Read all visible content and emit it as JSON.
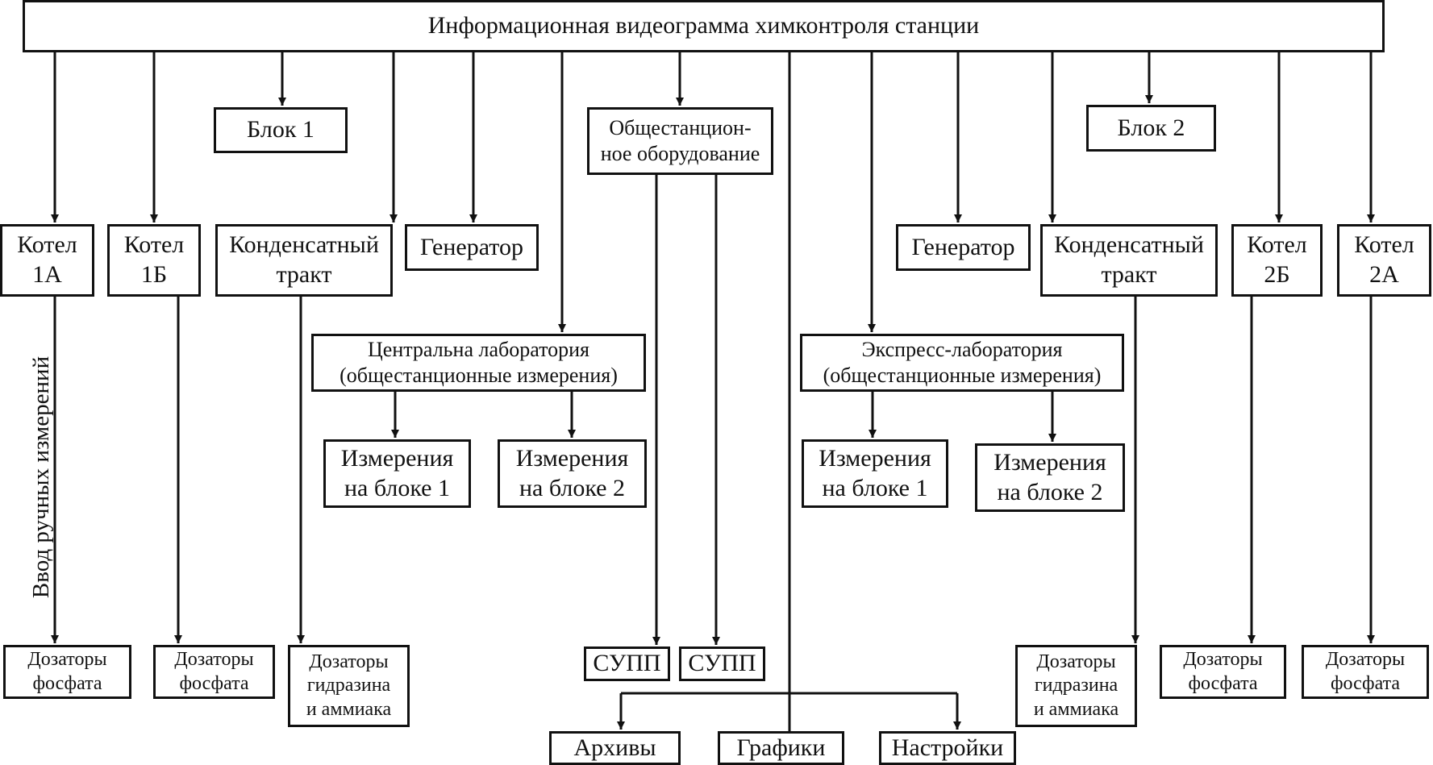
{
  "diagram": {
    "title": "Информационная видеограмма химконтроля станции",
    "block1": "Блок 1",
    "block2": "Блок 2",
    "common_equipment": [
      "Общестанцион-",
      "ное оборудование"
    ],
    "manual_input_label": "Ввод ручных измерений",
    "left": {
      "boiler_1a": [
        "Котел",
        "1А"
      ],
      "boiler_1b": [
        "Котел",
        "1Б"
      ],
      "condensate_tract": [
        "Конденсатный",
        "тракт"
      ],
      "generator": "Генератор",
      "central_lab": [
        "Центральна лаборатория",
        "(общестанционные измерения)"
      ],
      "meas_block1": [
        "Измерения",
        "на блоке 1"
      ],
      "meas_block2": [
        "Измерения",
        "на блоке 2"
      ],
      "phosphate_dosers_1a": [
        "Дозаторы",
        "фосфата"
      ],
      "phosphate_dosers_1b": [
        "Дозаторы",
        "фосфата"
      ],
      "hydrazine_dosers": [
        "Дозаторы",
        "гидразина",
        "и аммиака"
      ]
    },
    "right": {
      "generator": "Генератор",
      "condensate_tract": [
        "Конденсатный",
        "тракт"
      ],
      "boiler_2b": [
        "Котел",
        "2Б"
      ],
      "boiler_2a": [
        "Котел",
        "2А"
      ],
      "express_lab": [
        "Экспресс-лаборатория",
        "(общестанционные измерения)"
      ],
      "meas_block1": [
        "Измерения",
        "на блоке 1"
      ],
      "meas_block2": [
        "Измерения",
        "на блоке 2"
      ],
      "hydrazine_dosers": [
        "Дозаторы",
        "гидразина",
        "и аммиака"
      ],
      "phosphate_dosers_2b": [
        "Дозаторы",
        "фосфата"
      ],
      "phosphate_dosers_2a": [
        "Дозаторы",
        "фосфата"
      ]
    },
    "supp_1": "СУПП",
    "supp_2": "СУПП",
    "archives": "Архивы",
    "graphs": "Графики",
    "settings": "Настройки"
  }
}
